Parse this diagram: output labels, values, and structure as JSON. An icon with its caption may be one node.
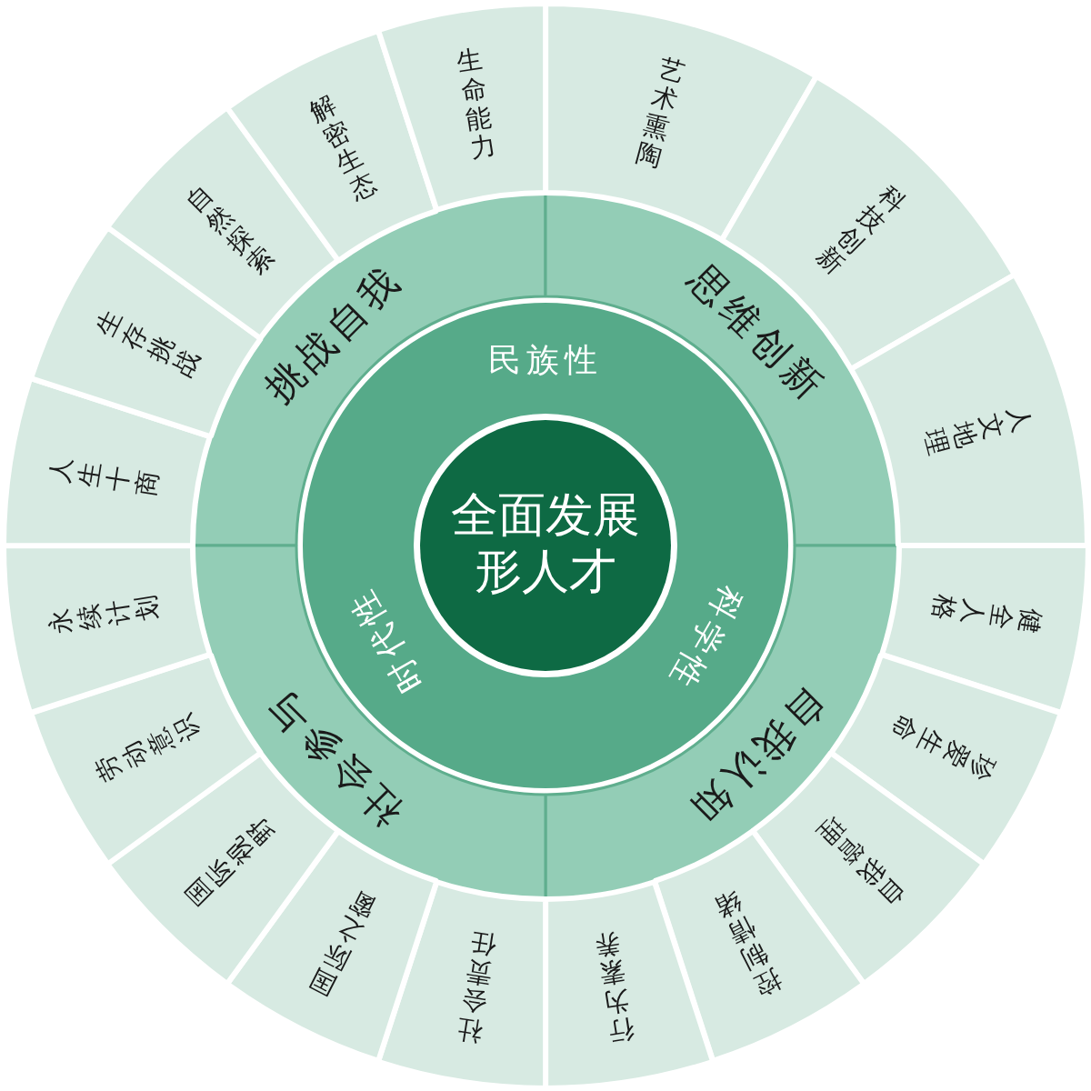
{
  "diagram": {
    "nodes": [
      {
        "text": [
          "民族性",
          "科学性",
          "时代性"
        ]
      },
      {
        "text": [
          "全面发展形人才"
        ],
        "in": 0
      },
      {
        "text": [
          "挑战自我"
        ]
      },
      {
        "text": [
          "思维创新"
        ]
      },
      {
        "text": [
          "自我认知"
        ]
      },
      {
        "text": [
          "社会参与"
        ]
      },
      {
        "text": [
          "艺术熏陶"
        ]
      },
      {
        "text": [
          "科技创新"
        ]
      },
      {
        "text": [
          "人文地理"
        ]
      },
      {
        "text": [
          "健全人格"
        ]
      },
      {
        "text": [
          "珍爱生命"
        ]
      },
      {
        "text": [
          "自我管理"
        ]
      },
      {
        "text": [
          "控制情绪"
        ]
      },
      {
        "text": [
          "行为素养"
        ]
      },
      {
        "text": [
          "社会责任"
        ]
      },
      {
        "text": [
          "国际之窗"
        ]
      },
      {
        "text": [
          "国际视野"
        ]
      },
      {
        "text": [
          "劳动意识"
        ]
      },
      {
        "text": [
          "永续计划"
        ]
      },
      {
        "text": [
          "人生十商"
        ]
      },
      {
        "text": [
          "生存挑战"
        ]
      },
      {
        "text": [
          "自然探索"
        ]
      },
      {
        "text": [
          "解密生态"
        ]
      },
      {
        "text": [
          "生命能力"
        ]
      }
    ]
  }
}
